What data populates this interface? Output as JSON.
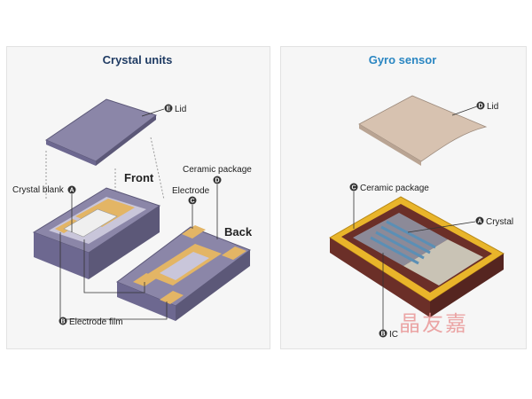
{
  "left": {
    "title": "Crystal units",
    "labels": {
      "lid": "Lid",
      "front": "Front",
      "back": "Back",
      "ceramic": "Ceramic package",
      "electrode": "Electrode",
      "crystal_blank": "Crystal blank",
      "electrode_film": "Electrode film"
    },
    "badges": {
      "a": "A",
      "b": "B",
      "c": "C",
      "d": "D",
      "e": "E"
    }
  },
  "right": {
    "title": "Gyro sensor",
    "labels": {
      "lid": "Lid",
      "ceramic": "Ceramic package",
      "crystal": "Crystal",
      "ic": "IC"
    },
    "badges": {
      "a": "A",
      "b": "B",
      "c": "C",
      "d": "D"
    }
  },
  "watermark": "晶友嘉",
  "colors": {
    "package": "#8b86a8",
    "package_dark": "#6d6890",
    "electrode": "#e3b565",
    "gyro_gold": "#e9b52a",
    "gyro_body": "#6b2f28",
    "lid_gyro": "#d7c2b0",
    "crystal_bars": "#5b8fb5"
  }
}
